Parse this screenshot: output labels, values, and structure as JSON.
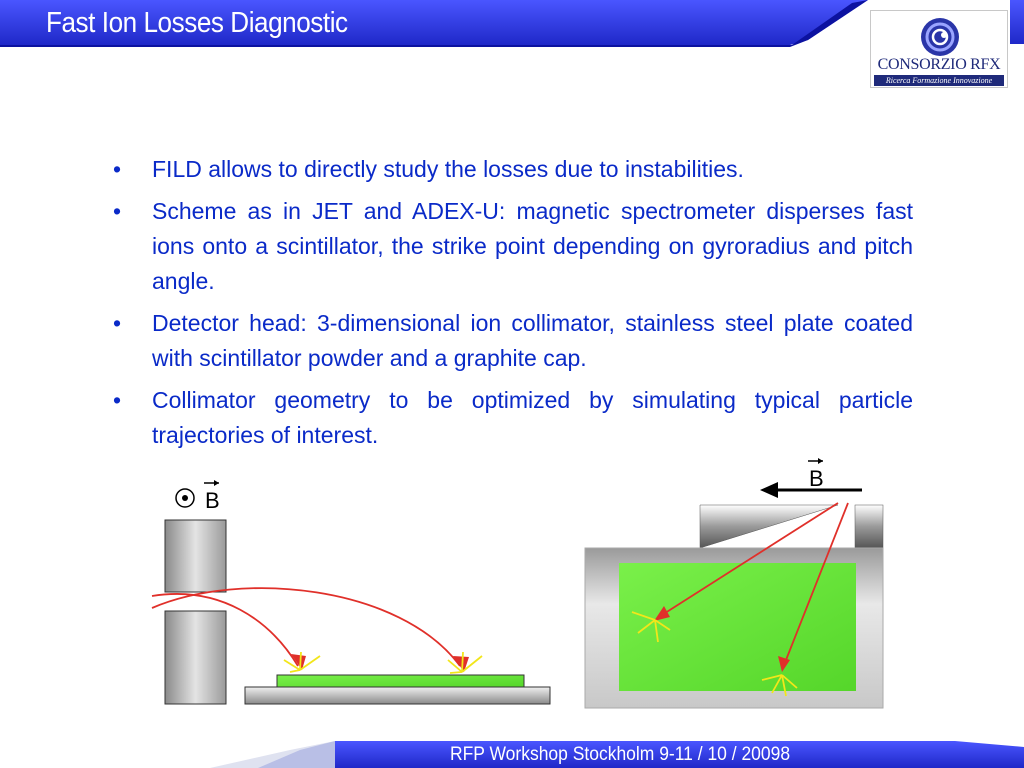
{
  "slide": {
    "title": "Fast Ion Losses Diagnostic",
    "footer": "RFP Workshop Stockholm 9-11 / 10 / 20098"
  },
  "logo": {
    "name": "CONSORZIO RFX",
    "tagline": "Ricerca Formazione Innovazione"
  },
  "bullets": [
    {
      "marker": "•",
      "text": "FILD allows to directly study the losses due to instabilities."
    },
    {
      "marker": "•",
      "text": "Scheme as in JET and ADEX-U: magnetic spectrometer disperses fast ions onto a scintillator, the strike point depending on gyroradius and pitch angle."
    },
    {
      "marker": "•",
      "text": "Detector head: 3-dimensional ion collimator, stainless steel plate coated with scintillator powder and a graphite cap."
    },
    {
      "marker": "•",
      "text": "Collimator geometry to be optimized by simulating typical particle trajectories of interest."
    }
  ],
  "figure": {
    "left_field_label": "B",
    "right_field_label": "B"
  },
  "colors": {
    "bar_blue": "#2a35e8",
    "text_blue": "#0a2ac8",
    "scintillator_green": "#6ee63a",
    "trajectory_red": "#e0302a",
    "spark_yellow": "#f2e61a"
  }
}
